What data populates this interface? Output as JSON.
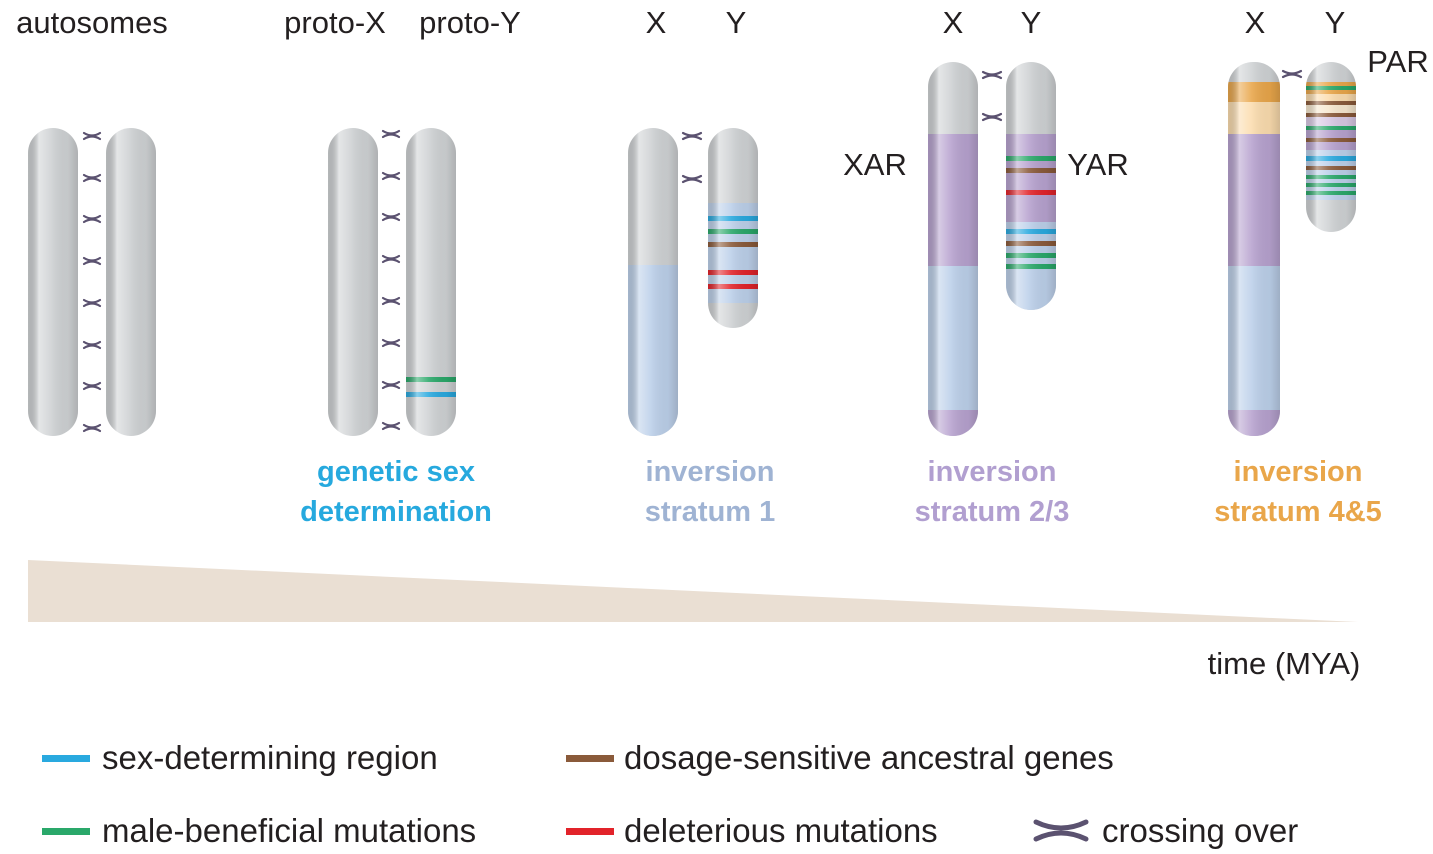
{
  "headers": {
    "autosomes": "autosomes",
    "proto_x": "proto-X",
    "proto_y": "proto-Y",
    "x1": "X",
    "y1": "Y",
    "x2": "X",
    "y2": "Y",
    "x3": "X",
    "y3": "Y"
  },
  "region_labels": {
    "xar": "XAR",
    "yar": "YAR",
    "par": "PAR"
  },
  "stages": {
    "s1_line1": "genetic sex",
    "s1_line2": "determination",
    "s2_line1": "inversion",
    "s2_line2": "stratum 1",
    "s3_line1": "inversion",
    "s3_line2": "stratum 2/3",
    "s4_line1": "inversion",
    "s4_line2": "stratum 4&5"
  },
  "time_label": "time (MYA)",
  "legend": {
    "sex_determining": "sex-determining region",
    "dosage_sensitive": "dosage-sensitive ancestral genes",
    "male_beneficial": "male-beneficial mutations",
    "deleterious": "deleterious mutations",
    "crossing_over": "crossing over"
  },
  "colors": {
    "chromosome_grey": "#cfd2d4",
    "stratum1_blue": "#bcd0ea",
    "stratum23_purple": "#b7a2cf",
    "stratum45_orange": "#e9a64a",
    "sex_determining_blue": "#29a9df",
    "male_beneficial_green": "#2aa86a",
    "dosage_brown": "#8a5a3a",
    "deleterious_red": "#e2232a",
    "crossing_over": "#5b5270",
    "stage1_text": "#26a9de",
    "stage2_text": "#9fb3d3",
    "stage3_text": "#b19fd0",
    "stage4_text": "#e9a64a",
    "time_wedge": "#eadfd3"
  },
  "icons": {
    "crossing_over": "cross-x-icon"
  }
}
